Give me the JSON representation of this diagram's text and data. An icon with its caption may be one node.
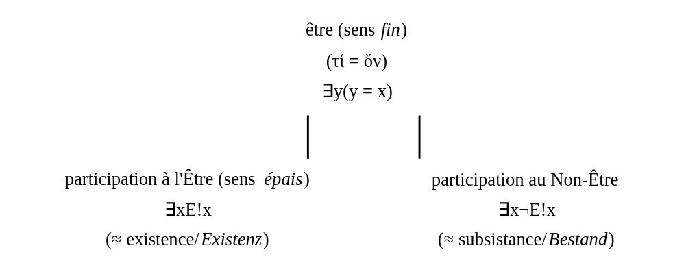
{
  "diagram": {
    "nodes": [
      {
        "text": [
          "être (sens *fin*)",
          "(τί = ὄν)",
          "∃y(y = x)"
        ]
      },
      {
        "text": [
          "participation à l'Être (sens *épais*)",
          "∃xE!x",
          "(≈ existence/*Existenz*)"
        ]
      },
      {
        "text": [
          "participation au Non-Être",
          "∃x¬E!x",
          "(≈ subsistance/*Bestand*)"
        ]
      }
    ],
    "edges": [
      {
        "from": 0,
        "to": 1,
        "arrow": "none"
      },
      {
        "from": 0,
        "to": 2,
        "arrow": "none"
      }
    ]
  }
}
